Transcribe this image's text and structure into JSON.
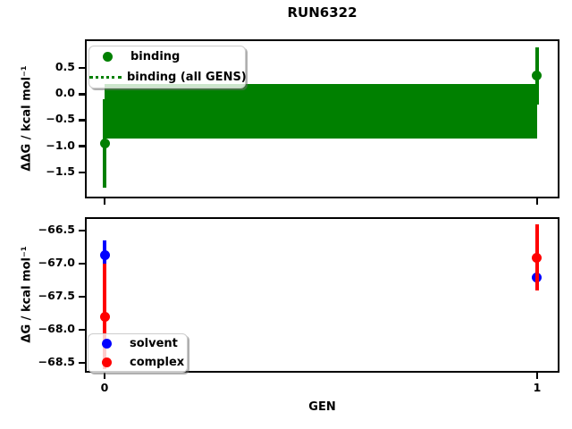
{
  "title": "RUN6322",
  "colors": {
    "binding": "#008000",
    "solvent": "#0000ff",
    "complex": "#ff0000",
    "axes": "#000000",
    "legend_edge": "#cccccc",
    "background": "#ffffff"
  },
  "chart_data": [
    {
      "type": "scatter",
      "title": "RUN6322",
      "ylabel": "ΔΔG / kcal mol⁻¹",
      "ylim": [
        -2.0,
        1.05
      ],
      "yticks": [
        0.5,
        0.0,
        -0.5,
        -1.0,
        -1.5
      ],
      "xticks": [
        0,
        1
      ],
      "x_tick_labels_visible": false,
      "grid": false,
      "legend_position": "upper left",
      "series": [
        {
          "name": "binding",
          "color": "#008000",
          "marker": "circle",
          "x": [
            0,
            1
          ],
          "y": [
            -0.95,
            0.35
          ],
          "yerr": [
            0.85,
            0.55
          ]
        }
      ],
      "band": {
        "label": "binding (all GENS)",
        "color": "#008000",
        "linestyle": "dotted",
        "xspan": [
          0,
          1
        ],
        "center": -0.33,
        "lo": -0.86,
        "hi": 0.2
      }
    },
    {
      "type": "scatter",
      "xlabel": "GEN",
      "ylabel": "ΔG / kcal mol⁻¹",
      "ylim": [
        -68.65,
        -66.3
      ],
      "yticks": [
        -66.5,
        -67.0,
        -67.5,
        -68.0,
        -68.5
      ],
      "xticks": [
        0,
        1
      ],
      "x_tick_labels": [
        "0",
        "1"
      ],
      "x_tick_labels_visible": true,
      "grid": false,
      "legend_position": "lower left",
      "series": [
        {
          "name": "solvent",
          "color": "#0000ff",
          "marker": "circle",
          "x": [
            0,
            1
          ],
          "y": [
            -66.88,
            -67.21
          ],
          "yerr": [
            0.23,
            0.19
          ]
        },
        {
          "name": "complex",
          "color": "#ff0000",
          "marker": "circle",
          "x": [
            0,
            1
          ],
          "y": [
            -67.8,
            -66.91
          ],
          "yerr": [
            0.8,
            0.5
          ]
        }
      ]
    }
  ]
}
